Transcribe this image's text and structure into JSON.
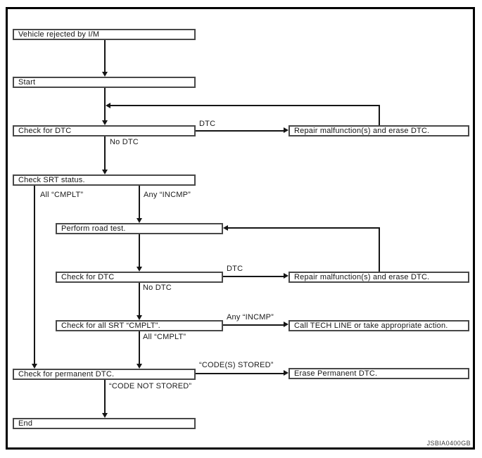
{
  "diagram": {
    "type": "flowchart",
    "figure_code": "JSBIA0400GB",
    "nodes": {
      "vehicle_rejected": "Vehicle rejected by I/M",
      "start": "Start",
      "check_dtc_1": "Check for DTC",
      "check_srt": "Check SRT status.",
      "perform_road_test": "Perform road test.",
      "check_dtc_2": "Check for DTC",
      "check_all_srt": "Check for all SRT “CMPLT”.",
      "check_permanent": "Check for permanent DTC.",
      "end": "End",
      "repair_1": "Repair malfunction(s) and erase DTC.",
      "repair_2": "Repair malfunction(s) and erase DTC.",
      "call_tech": "Call TECH LINE or take appropriate action.",
      "erase_permanent": "Erase Permanent DTC."
    },
    "edges": [
      {
        "from": "vehicle_rejected",
        "to": "start",
        "label": ""
      },
      {
        "from": "start",
        "to": "check_dtc_1",
        "label": ""
      },
      {
        "from": "check_dtc_1",
        "to": "repair_1",
        "label": "DTC"
      },
      {
        "from": "repair_1",
        "to": "check_dtc_1",
        "label": ""
      },
      {
        "from": "check_dtc_1",
        "to": "check_srt",
        "label": "No DTC"
      },
      {
        "from": "check_srt",
        "to": "check_permanent",
        "label": "All “CMPLT”"
      },
      {
        "from": "check_srt",
        "to": "perform_road_test",
        "label": "Any “INCMP”"
      },
      {
        "from": "perform_road_test",
        "to": "check_dtc_2",
        "label": ""
      },
      {
        "from": "check_dtc_2",
        "to": "repair_2",
        "label": "DTC"
      },
      {
        "from": "repair_2",
        "to": "perform_road_test",
        "label": ""
      },
      {
        "from": "check_dtc_2",
        "to": "check_all_srt",
        "label": "No DTC"
      },
      {
        "from": "check_all_srt",
        "to": "call_tech",
        "label": "Any “INCMP”"
      },
      {
        "from": "check_all_srt",
        "to": "check_permanent",
        "label": "All “CMPLT”"
      },
      {
        "from": "check_permanent",
        "to": "erase_permanent",
        "label": "“CODE(S) STORED”"
      },
      {
        "from": "check_permanent",
        "to": "end",
        "label": "“CODE NOT STORED”"
      }
    ],
    "colors": {
      "line": "#151515",
      "box_border": "#484848",
      "frame": "#000000",
      "background": "#ffffff"
    }
  }
}
